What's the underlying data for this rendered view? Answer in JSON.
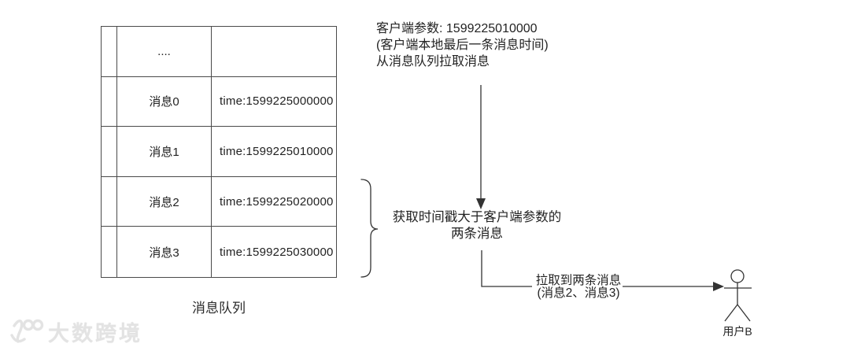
{
  "colors": {
    "background": "#ffffff",
    "text": "#272727",
    "line": "#333333",
    "table_border": "#4a4a4a",
    "watermark": "#e3e3e3"
  },
  "queue_table": {
    "caption": "消息队列",
    "rows": [
      {
        "message": "....",
        "time": ""
      },
      {
        "message": "消息0",
        "time": "time:1599225000000"
      },
      {
        "message": "消息1",
        "time": "time:1599225010000"
      },
      {
        "message": "消息2",
        "time": "time:1599225020000"
      },
      {
        "message": "消息3",
        "time": "time:1599225030000"
      }
    ]
  },
  "client_note": {
    "line1": "客户端参数: 1599225010000",
    "line2": "(客户端本地最后一条消息时间)",
    "line3": "从消息队列拉取消息"
  },
  "fetch_note": {
    "line1": "获取时间戳大于客户端参数的",
    "line2": "两条消息"
  },
  "pull_label": {
    "line1": "拉取到两条消息",
    "line2": "(消息2、消息3)"
  },
  "user": {
    "label": "用户B"
  },
  "watermark": {
    "text": "大数跨境"
  }
}
